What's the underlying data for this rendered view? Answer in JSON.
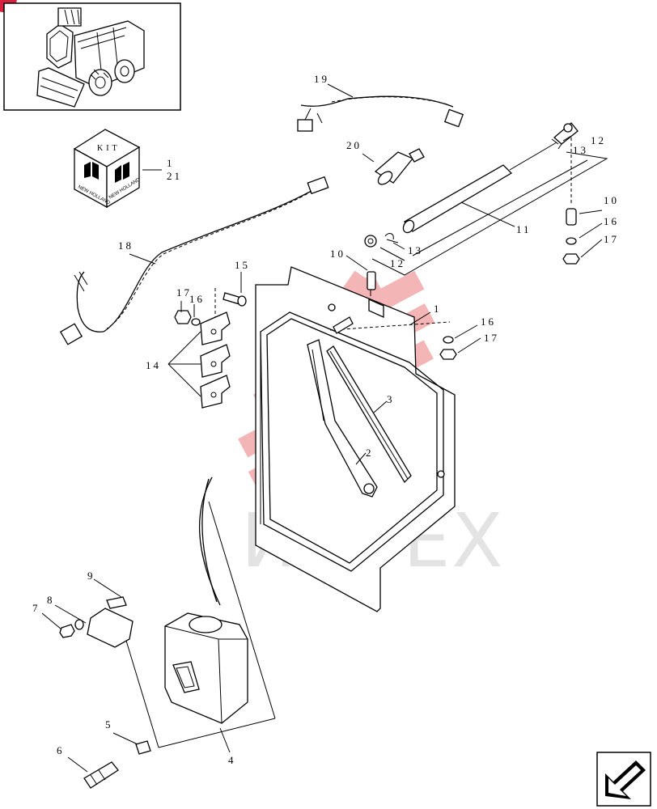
{
  "diagram": {
    "title": "",
    "kit_label": "KIT",
    "kit_brand": "NEW HOLLAND",
    "watermark_text": "ИНТЕХ",
    "watermark_color": "#f2a9a9",
    "badge_color": "#d6233f",
    "callouts": {
      "c1": "1",
      "c2": "2",
      "c3": "3",
      "c4": "4",
      "c5": "5",
      "c6": "6",
      "c7": "7",
      "c8": "8",
      "c9": "9",
      "c10a": "10",
      "c10b": "10",
      "c11": "11",
      "c12a": "12",
      "c12b": "12",
      "c13a": "13",
      "c13b": "13",
      "c14": "14",
      "c15": "15",
      "c16a": "16",
      "c16b": "16",
      "c16c": "16",
      "c17a": "17",
      "c17b": "17",
      "c17c": "17",
      "c18": "18",
      "c19": "19",
      "c20": "20",
      "c21": "21",
      "c1k": "1"
    },
    "icons": [
      "skid-steer-loader-icon",
      "kit-box-icon",
      "next-page-arrow-icon"
    ]
  }
}
